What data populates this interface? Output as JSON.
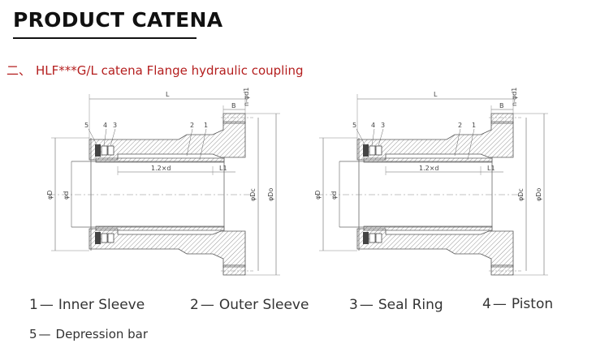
{
  "header": {
    "title": "PRODUCT CATENA"
  },
  "subtitle": {
    "prefix": "二、",
    "text": "HLF***G/L catena Flange hydraulic coupling"
  },
  "drawing_labels": {
    "L": "L",
    "B": "B",
    "nd1": "n-φd1",
    "D": "φD",
    "d": "φd",
    "Dc": "φDc",
    "Do": "φDo",
    "length": "1.2×d",
    "L1": "L1",
    "c1": "1",
    "c2": "2",
    "c3": "3",
    "c4": "4",
    "c5": "5"
  },
  "legend": [
    {
      "num": "1",
      "dash": "—",
      "text": "Inner Sleeve"
    },
    {
      "num": "2",
      "dash": "—",
      "text": "Outer Sleeve"
    },
    {
      "num": "3",
      "dash": "—",
      "text": "Seal Ring"
    },
    {
      "num": "4",
      "dash": "—",
      "text": "Piston"
    },
    {
      "num": "5",
      "dash": "—",
      "text": "Depression bar"
    }
  ]
}
